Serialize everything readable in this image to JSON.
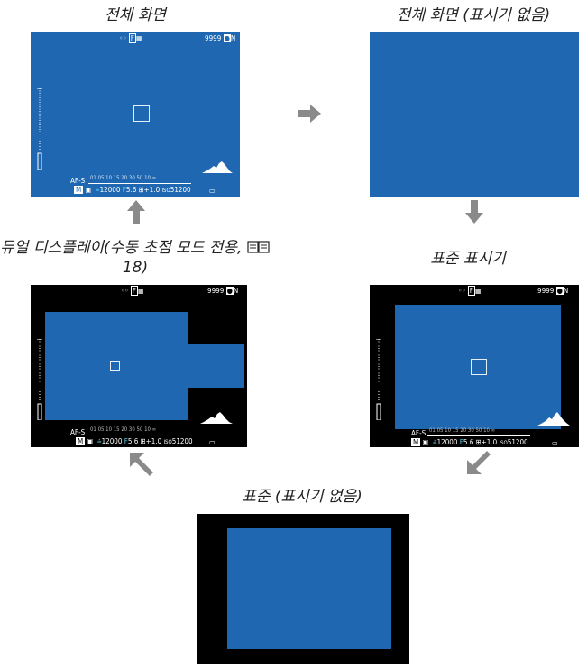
{
  "captions": {
    "full": "전체 화면",
    "full_no_indicators": "전체 화면 (표시기 없음)",
    "dual": "듀얼 디스플레이(수동 초점 모드 전용, ",
    "dual_page": "18)",
    "standard": "표준 표시기",
    "standard_no_indicators": "표준 (표시기 없음)"
  },
  "overlay": {
    "shots_remaining": "9999",
    "af_mode": "AF-S",
    "distance_scale": "01 05   10   15   20   30  50  10 ∞",
    "mode_badge": "M",
    "shutter": "12000",
    "aperture": "5.6",
    "exposure_comp": "+1.0",
    "iso": "51200",
    "iso_prefix": "ISO"
  },
  "colors": {
    "screen_blue": "#1f67b1",
    "arrow_gray": "#8a8a8a"
  }
}
